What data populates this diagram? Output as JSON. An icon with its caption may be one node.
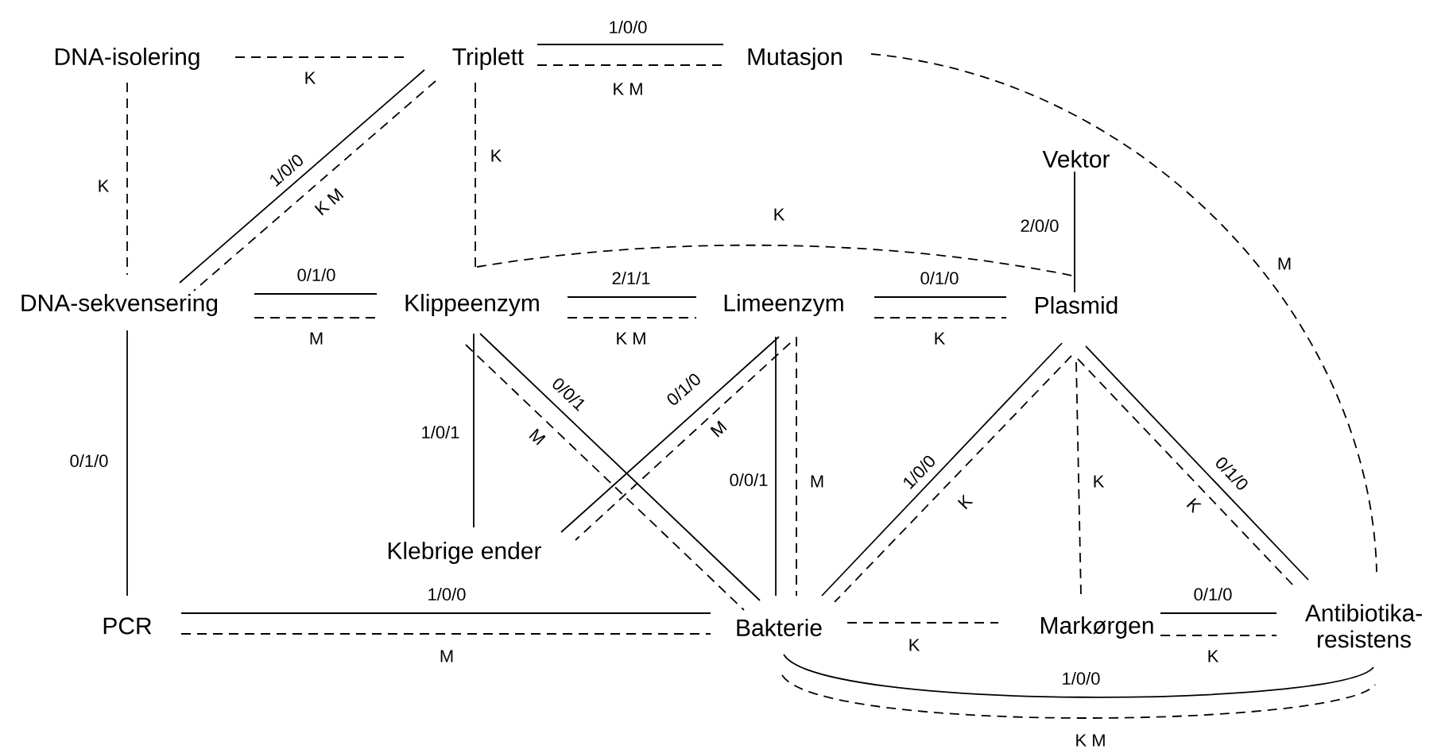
{
  "diagram": {
    "nodes": [
      {
        "text": [
          "DNA-isolering"
        ]
      },
      {
        "text": [
          "Triplett"
        ]
      },
      {
        "text": [
          "Mutasjon"
        ]
      },
      {
        "text": [
          "Vektor"
        ]
      },
      {
        "text": [
          "DNA-sekvensering"
        ]
      },
      {
        "text": [
          "Klippeenzym"
        ]
      },
      {
        "text": [
          "Limeenzym"
        ]
      },
      {
        "text": [
          "Plasmid"
        ]
      },
      {
        "text": [
          "Klebrige ender"
        ]
      },
      {
        "text": [
          "PCR"
        ]
      },
      {
        "text": [
          "Bakterie"
        ]
      },
      {
        "text": [
          "Markørgen"
        ]
      },
      {
        "text": [
          "Antibiotika-resistens"
        ]
      }
    ],
    "edges": [
      {
        "from": 0,
        "to": 1,
        "arrow": "none",
        "style": "dashed",
        "label": "K"
      },
      {
        "from": 1,
        "to": 2,
        "arrow": "none",
        "label": "1/0/0"
      },
      {
        "from": 1,
        "to": 2,
        "arrow": "none",
        "style": "dashed",
        "label": "K M"
      },
      {
        "from": 0,
        "to": 4,
        "arrow": "none",
        "style": "dashed",
        "label": "K"
      },
      {
        "from": 1,
        "to": 4,
        "arrow": "none",
        "label": "1/0/0"
      },
      {
        "from": 1,
        "to": 4,
        "arrow": "none",
        "style": "dashed",
        "label": "K M"
      },
      {
        "from": 1,
        "to": 5,
        "arrow": "none",
        "style": "dashed",
        "label": "K"
      },
      {
        "from": 5,
        "to": 7,
        "arrow": "none",
        "style": "dashed",
        "label": "K"
      },
      {
        "from": 2,
        "to": 12,
        "arrow": "none",
        "style": "dashed",
        "label": "M"
      },
      {
        "from": 3,
        "to": 7,
        "arrow": "none",
        "label": "2/0/0"
      },
      {
        "from": 4,
        "to": 5,
        "arrow": "none",
        "label": "0/1/0"
      },
      {
        "from": 4,
        "to": 5,
        "arrow": "none",
        "style": "dashed",
        "label": "M"
      },
      {
        "from": 4,
        "to": 9,
        "arrow": "none",
        "label": "0/1/0"
      },
      {
        "from": 5,
        "to": 6,
        "arrow": "none",
        "label": "2/1/1"
      },
      {
        "from": 5,
        "to": 6,
        "arrow": "none",
        "style": "dashed",
        "label": "K M"
      },
      {
        "from": 6,
        "to": 7,
        "arrow": "none",
        "label": "0/1/0"
      },
      {
        "from": 6,
        "to": 7,
        "arrow": "none",
        "style": "dashed",
        "label": "K"
      },
      {
        "from": 5,
        "to": 8,
        "arrow": "none",
        "label": "1/0/1"
      },
      {
        "from": 5,
        "to": 10,
        "arrow": "none",
        "label": "0/0/1"
      },
      {
        "from": 5,
        "to": 10,
        "arrow": "none",
        "style": "dashed",
        "label": "M"
      },
      {
        "from": 6,
        "to": 8,
        "arrow": "none",
        "label": "0/1/0"
      },
      {
        "from": 6,
        "to": 8,
        "arrow": "none",
        "style": "dashed",
        "label": "M"
      },
      {
        "from": 6,
        "to": 10,
        "arrow": "none",
        "label": "0/0/1"
      },
      {
        "from": 6,
        "to": 10,
        "arrow": "none",
        "style": "dashed",
        "label": "M"
      },
      {
        "from": 7,
        "to": 10,
        "arrow": "none",
        "label": "1/0/0"
      },
      {
        "from": 7,
        "to": 10,
        "arrow": "none",
        "style": "dashed",
        "label": "K"
      },
      {
        "from": 7,
        "to": 11,
        "arrow": "none",
        "style": "dashed",
        "label": "K"
      },
      {
        "from": 7,
        "to": 12,
        "arrow": "none",
        "label": "0/1/0"
      },
      {
        "from": 7,
        "to": 12,
        "arrow": "none",
        "style": "dashed",
        "label": "K"
      },
      {
        "from": 9,
        "to": 10,
        "arrow": "none",
        "label": "1/0/0"
      },
      {
        "from": 9,
        "to": 10,
        "arrow": "none",
        "style": "dashed",
        "label": "M"
      },
      {
        "from": 10,
        "to": 11,
        "arrow": "none",
        "style": "dashed",
        "label": "K"
      },
      {
        "from": 11,
        "to": 12,
        "arrow": "none",
        "label": "0/1/0"
      },
      {
        "from": 11,
        "to": 12,
        "arrow": "none",
        "style": "dashed",
        "label": "K"
      },
      {
        "from": 10,
        "to": 12,
        "arrow": "none",
        "label": "1/0/0"
      },
      {
        "from": 10,
        "to": 12,
        "arrow": "none",
        "style": "dashed",
        "label": "K M"
      }
    ]
  }
}
